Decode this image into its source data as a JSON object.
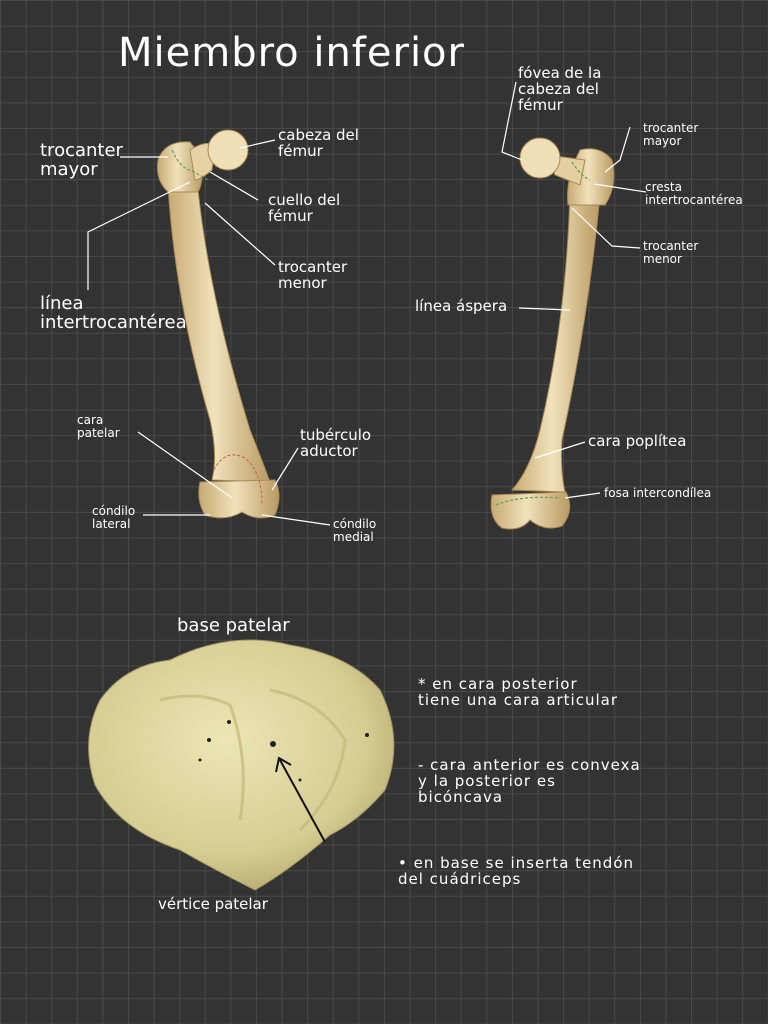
{
  "title": "Miembro inferior",
  "femur_anterior": {
    "trocanter_mayor": "trocanter\nmayor",
    "cabeza_femur": "cabeza del\nfémur",
    "cuello_femur": "cuello del\nfémur",
    "trocanter_menor": "trocanter\nmenor",
    "linea_intertrocanterea": "línea\nintertrocantérea",
    "cara_patelar": "cara\npatelar",
    "tuberculo_aductor": "tubérculo\naductor",
    "condilo_lateral": "cóndilo\nlateral",
    "condilo_medial": "cóndilo\nmedial"
  },
  "femur_posterior": {
    "fovea": "fóvea de la\ncabeza del\nfémur",
    "trocanter_mayor": "trocanter\nmayor",
    "cresta_intertrocanterea": "cresta\nintertrocantérea",
    "trocanter_menor": "trocanter\nmenor",
    "linea_aspera": "línea áspera",
    "cara_poplitea": "cara poplítea",
    "fosa_intercondilea": "fosa intercondílea"
  },
  "patella": {
    "base_patelar": "base patelar",
    "vertice_patelar": "vértice patelar"
  },
  "notes": [
    "* en cara posterior\ntiene una cara articular",
    "- cara anterior es convexa\n  y la posterior es\n   bicóncava",
    "• en base se inserta tendón\n  del cuádriceps"
  ],
  "colors": {
    "background": "#333333",
    "grid": "#4a4a4a",
    "bone": "#e9d6a8",
    "bone_shadow": "#c9ad78",
    "patella": "#d9d29a",
    "annotation_red": "#d0553a",
    "annotation_green": "#5a9e5a"
  }
}
